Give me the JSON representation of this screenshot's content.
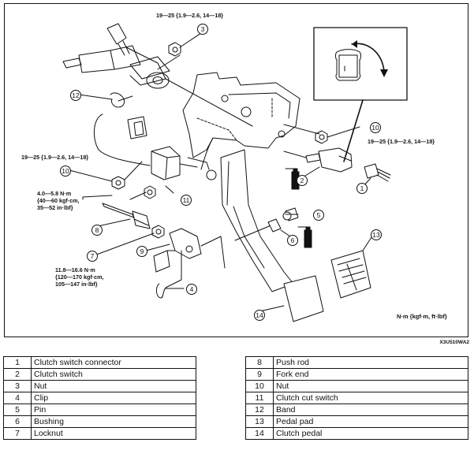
{
  "diagram": {
    "title": "Clutch pedal exploded view",
    "figure_code": "X3U510WA2",
    "units_note": "N·m {kgf·m, ft·lbf}",
    "torque_specs": {
      "nut_3": "19—25 {1.9—2.6, 14—18}",
      "nut_10_left": "19—25 {1.9—2.6, 14—18}",
      "nut_10_right": "19—25 {1.9—2.6, 14—18}",
      "cut_switch_nut": [
        "4.0—5.8 N·m",
        "{40—60 kgf·cm,",
        "35—52 in·lbf}"
      ],
      "locknut_7": [
        "11.8—16.6 N·m",
        "{120—170 kgf·cm,",
        "105—147 in·lbf}"
      ]
    },
    "callouts": [
      "1",
      "2",
      "3",
      "4",
      "5",
      "6",
      "7",
      "8",
      "9",
      "10",
      "10",
      "11",
      "12",
      "13",
      "14"
    ],
    "inset": {
      "description": "Connector rotation detail",
      "arrow": "curved-double-arrow"
    }
  },
  "legend": {
    "left": [
      {
        "num": "1",
        "name": "Clutch switch connector"
      },
      {
        "num": "2",
        "name": "Clutch switch"
      },
      {
        "num": "3",
        "name": "Nut"
      },
      {
        "num": "4",
        "name": "Clip"
      },
      {
        "num": "5",
        "name": "Pin"
      },
      {
        "num": "6",
        "name": "Bushing"
      },
      {
        "num": "7",
        "name": "Locknut"
      }
    ],
    "right": [
      {
        "num": "8",
        "name": "Push rod"
      },
      {
        "num": "9",
        "name": "Fork end"
      },
      {
        "num": "10",
        "name": "Nut"
      },
      {
        "num": "11",
        "name": "Clutch cut switch"
      },
      {
        "num": "12",
        "name": "Band"
      },
      {
        "num": "13",
        "name": "Pedal pad"
      },
      {
        "num": "14",
        "name": "Clutch pedal"
      }
    ]
  }
}
